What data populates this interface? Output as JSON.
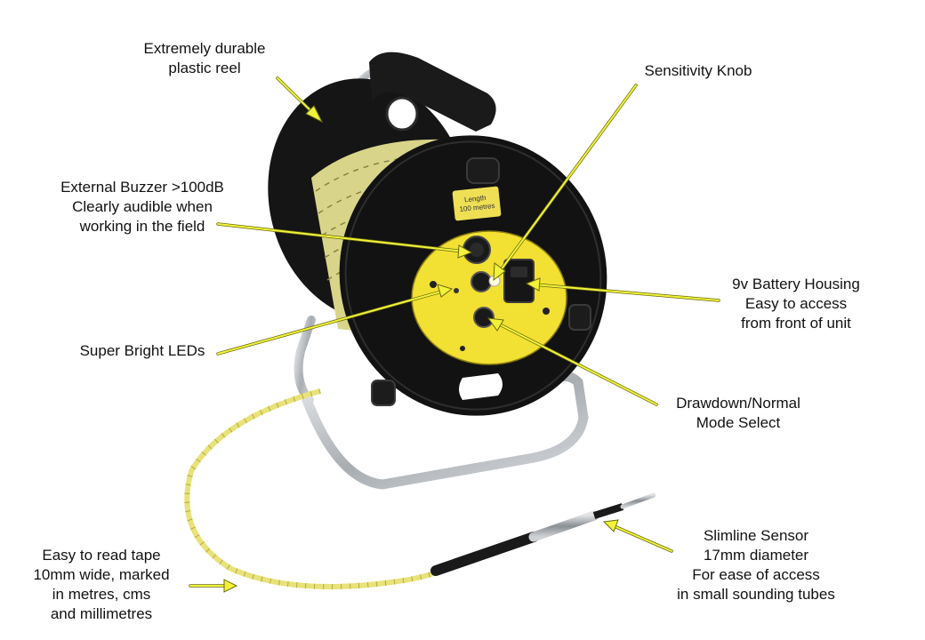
{
  "callouts": {
    "reel": {
      "lines": [
        "Extremely durable",
        "plastic reel"
      ]
    },
    "knob": {
      "lines": [
        "Sensitivity Knob"
      ]
    },
    "buzzer": {
      "lines": [
        "External Buzzer >100dB",
        "Clearly audible when",
        "working in the field"
      ]
    },
    "battery": {
      "lines": [
        "9v Battery Housing",
        "Easy to access",
        "from front of unit"
      ]
    },
    "leds": {
      "lines": [
        "Super Bright LEDs"
      ]
    },
    "drawdown": {
      "lines": [
        "Drawdown/Normal",
        "Mode Select"
      ]
    },
    "sensor": {
      "lines": [
        "Slimline Sensor",
        "17mm diameter",
        "For ease of access",
        "in small sounding tubes"
      ]
    },
    "tape": {
      "lines": [
        "Easy to read tape",
        "10mm wide, marked",
        "in metres, cms",
        "and millimetres"
      ]
    }
  },
  "product": {
    "length_tag": [
      "Length",
      "100 metres"
    ]
  },
  "colors": {
    "arrow": "#f2f23a",
    "reel_body": "#111111",
    "faceplate": "#f2e033",
    "tape": "#e8e27a",
    "frame": "#b8bcc0"
  }
}
